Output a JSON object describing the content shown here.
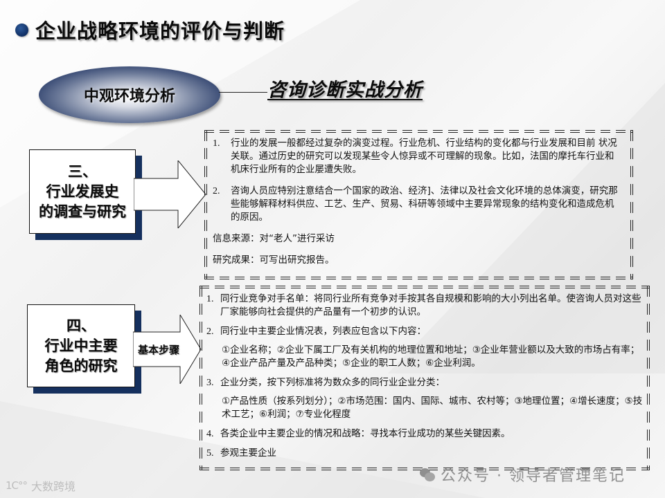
{
  "slide": {
    "title": "企业战略环境的评价与判断",
    "oval_label": "中观环境分析",
    "subtitle": "咨询诊断实战分析"
  },
  "sections": [
    {
      "label_line1": "三、",
      "label_line2": "行业发展史",
      "label_line3": "的调查与研究",
      "arrow_label": "",
      "items": [
        {
          "num": "1.",
          "text": "行业的发展一般都经过复杂的演变过程。行业危机、行业结构的变化都与行业发展和目前 状况关联。通过历史的研究可以发现某些令人惊异或不可理解的现象。比如，法国的摩托车行业和机床行业所有的企业屡遭失败。"
        },
        {
          "num": "2.",
          "text": "咨询人员应特别注意结合一个国家的政治、经济]、法律以及社会文化环境的总体演变，研究那些能够解释材料供应、工艺、生产、贸易、科研等领域中主要异常现象的结构变化和造成危机的原因。"
        }
      ],
      "notes": [
        "信息来源：对“老人”进行采访",
        "研究成果：可写出研究报告。"
      ]
    },
    {
      "label_line1": "四、",
      "label_line2": "行业中主要",
      "label_line3": "角色的研究",
      "arrow_label": "基本步骤",
      "items": [
        {
          "num": "1.",
          "text": "同行业竞争对手名单：将同行业所有竞争对手按其各自规模和影响的大小列出名单。使咨询人员对这些厂家能够向社会提供的产品量有一个初步的认识。",
          "sub": ""
        },
        {
          "num": "2.",
          "text": "同行业中主要企业情况表，列表应包含以下内容：",
          "sub": "①企业名称；②企业下属工厂及有关机构的地理位置和地址；③企业年营业额以及大致的市场占有率；④企业产品产量及产品种类；⑤企业的职工人数；⑥企业利润。"
        },
        {
          "num": "3.",
          "text": "企业分类，按下列标准将为数众多的同行业企业分类：",
          "sub": "①产品性质（按系列划分）；②市场范围：国内、国际、城市、农村等；③地理位置；④增长速度；⑤技术工艺；⑥利润；⑦专业化程度"
        },
        {
          "num": "4.",
          "text": "各类企业中主要企业的情况和战略：寻找本行业成功的某些关键因素。",
          "sub": ""
        },
        {
          "num": "5.",
          "text": "参观主要企业",
          "sub": ""
        }
      ]
    }
  ],
  "watermarks": {
    "left_logo": "1C°°",
    "left_text": "大数跨境",
    "right_text": "公众号 · 领导者管理笔记"
  },
  "colors": {
    "navy": "#15305e",
    "title_bullet": "#0f2e63"
  }
}
